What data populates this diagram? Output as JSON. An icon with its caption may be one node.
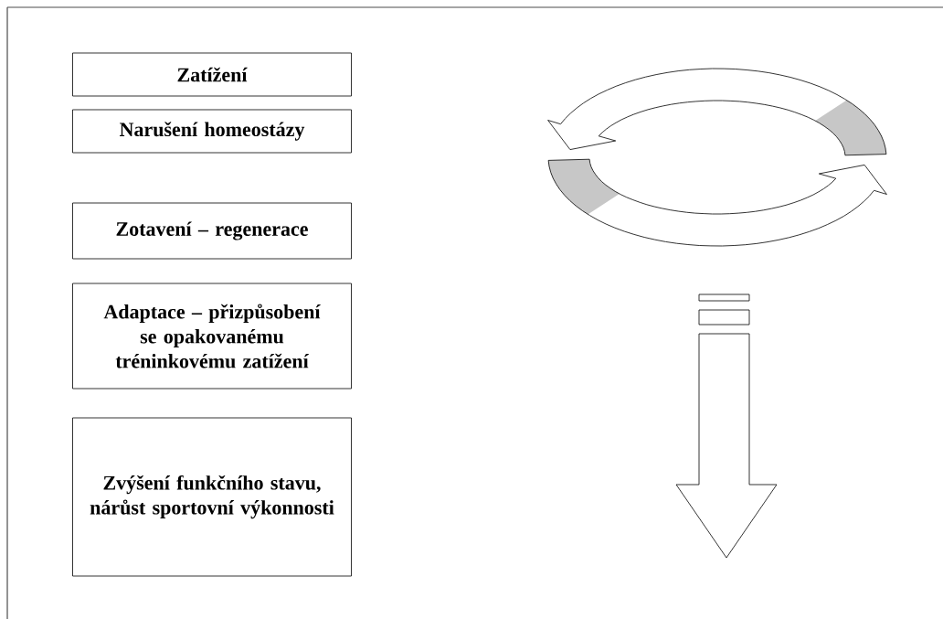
{
  "diagram": {
    "nodes": [
      {
        "text": [
          "Zatížení"
        ]
      },
      {
        "text": [
          "Narušení homeostázy"
        ]
      },
      {
        "text": [
          "Zotavení – regenerace"
        ]
      },
      {
        "text": [
          "Adaptace – přizpůsobení se opakovanému tréninkovému zatížení"
        ]
      },
      {
        "text": [
          "Zvýšení funkčního stavu, nárůst sportovní výkonnosti"
        ]
      }
    ]
  }
}
